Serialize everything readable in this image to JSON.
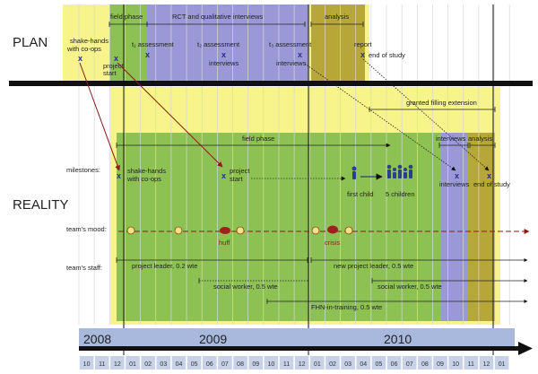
{
  "colors": {
    "yellow": "#f7f48c",
    "green": "#8dc154",
    "purple": "#9a98d6",
    "olive": "#b7a638",
    "timeline_bar": "#a9b8dd",
    "month_cells": "#c7d1e8",
    "dark": "#111111",
    "arrow_red": "#8b1a1a",
    "marker_blue": "#2b2b8a"
  },
  "sections": {
    "plan": "PLAN",
    "reality": "REALITY"
  },
  "plan": {
    "phases": {
      "field_phase": "field phase",
      "rct": "RCT and qualitative interviews",
      "analysis": "analysis"
    },
    "events": {
      "shake_hands_1": "shake-hands",
      "shake_hands_2": "with co-ops",
      "project_start_1": "project",
      "project_start_2": "start",
      "t1_assessment": "t₁ assessment",
      "t2_assessment": "t₂ assessment",
      "t3_assessment": "t₃ assessment",
      "interviews_a": "interviews",
      "interviews_b": "interviews",
      "report": "report",
      "end_of_study": "end of study"
    }
  },
  "reality": {
    "granted_extension": "granted filling extension",
    "field_phase": "field phase",
    "interviews": "interviews",
    "analysis": "analysis",
    "row_labels": {
      "milestones": "milestones:",
      "mood": "team's mood:",
      "staff": "team's staff:"
    },
    "milestones": {
      "shake_hands_1": "shake-hands",
      "shake_hands_2": "with co-ops",
      "project_start_1": "project",
      "project_start_2": "start",
      "first_child": "first child",
      "five_children": "5 children",
      "interviews": "interviews",
      "end_of_study": "end of study"
    },
    "mood": {
      "huff": "huff",
      "crisis": "crisis"
    },
    "staff": {
      "project_leader": "project leader, 0.2 wte",
      "new_project_leader": "new project leader, 0.5 wte",
      "social_worker_1": "social worker, 0.5 wte",
      "social_worker_2": "social worker, 0.5 wte",
      "fhn": "FHN-in-training, 0.5 wte"
    }
  },
  "timeline": {
    "years": [
      "2008",
      "2009",
      "2010"
    ],
    "months": [
      "10",
      "11",
      "12",
      "01",
      "02",
      "03",
      "04",
      "05",
      "06",
      "07",
      "08",
      "09",
      "10",
      "11",
      "12",
      "01",
      "02",
      "03",
      "04",
      "05",
      "06",
      "07",
      "08",
      "09",
      "10",
      "11",
      "12",
      "01"
    ]
  }
}
